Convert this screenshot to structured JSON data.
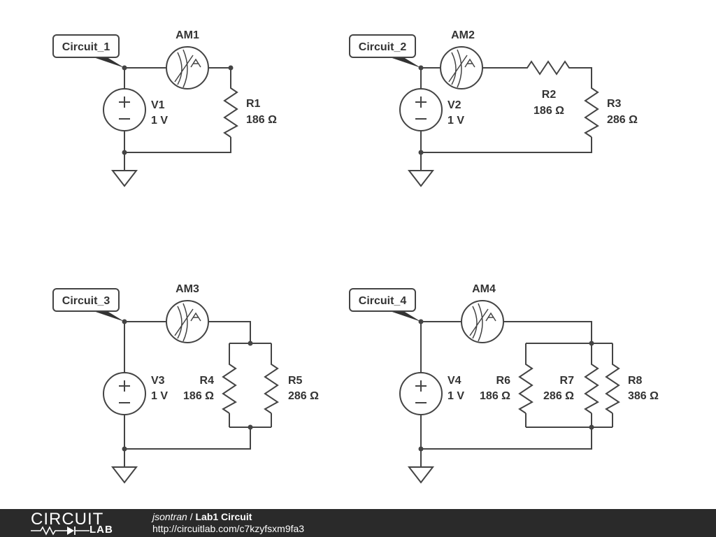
{
  "circuits": [
    {
      "tag": "Circuit_1",
      "ammeter": "AM1",
      "source": {
        "name": "V1",
        "value": "1 V"
      },
      "resistors": [
        {
          "name": "R1",
          "value": "186 Ω"
        }
      ]
    },
    {
      "tag": "Circuit_2",
      "ammeter": "AM2",
      "source": {
        "name": "V2",
        "value": "1 V"
      },
      "resistors": [
        {
          "name": "R2",
          "value": "186 Ω"
        },
        {
          "name": "R3",
          "value": "286 Ω"
        }
      ]
    },
    {
      "tag": "Circuit_3",
      "ammeter": "AM3",
      "source": {
        "name": "V3",
        "value": "1 V"
      },
      "resistors": [
        {
          "name": "R4",
          "value": "186 Ω"
        },
        {
          "name": "R5",
          "value": "286 Ω"
        }
      ]
    },
    {
      "tag": "Circuit_4",
      "ammeter": "AM4",
      "source": {
        "name": "V4",
        "value": "1 V"
      },
      "resistors": [
        {
          "name": "R6",
          "value": "186 Ω"
        },
        {
          "name": "R7",
          "value": "286 Ω"
        },
        {
          "name": "R8",
          "value": "386 Ω"
        }
      ]
    }
  ],
  "symbols": {
    "ammeter_glyph": "A",
    "plus": "+",
    "minus": "−"
  },
  "footer": {
    "logo_top": "CIRCUIT",
    "logo_bottom": "LAB",
    "author": "jsontran",
    "separator": " / ",
    "title": "Lab1 Circuit",
    "url": "http://circuitlab.com/c7kzyfsxm9fa3"
  },
  "colors": {
    "ink": "#444444",
    "text": "#333333",
    "footer_bg": "#2a2a2a"
  }
}
